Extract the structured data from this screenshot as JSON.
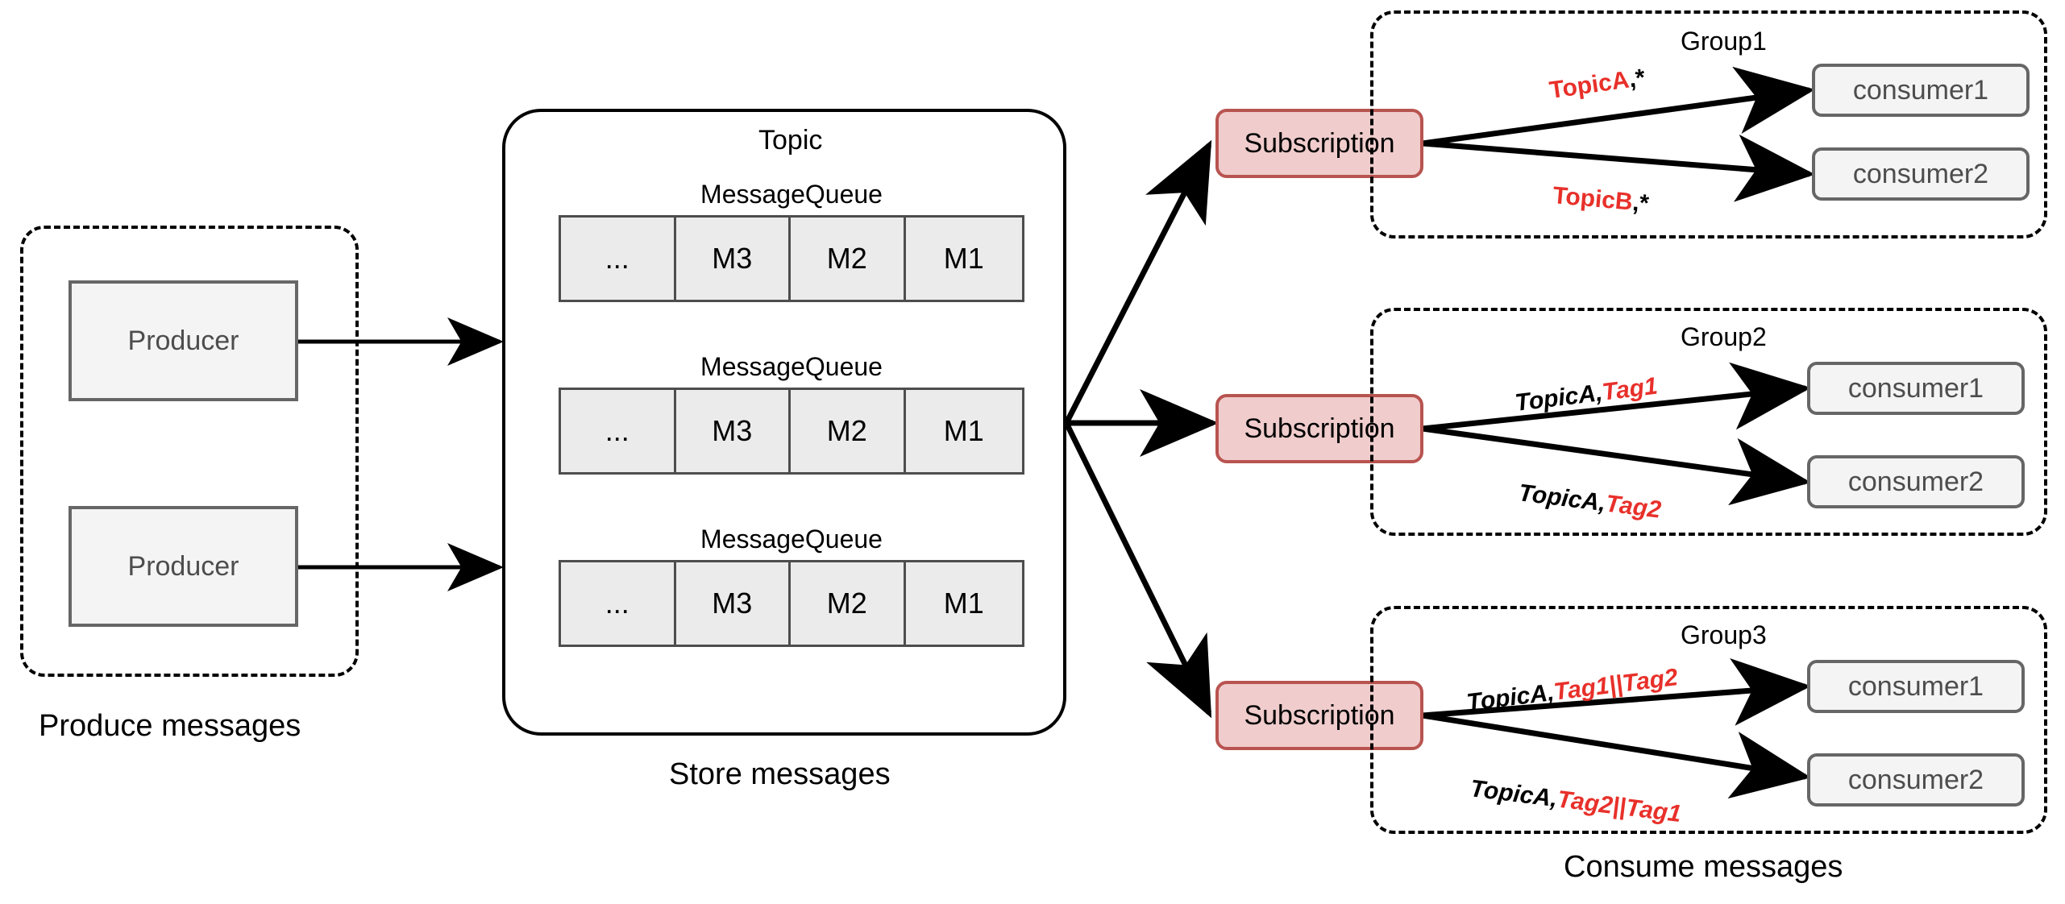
{
  "diagram": {
    "title": "RocketMQ message produce-store-consume flow",
    "colors": {
      "accent_red": "#e8302a",
      "subscription_fill": "#f0cccc",
      "subscription_border": "#b85450",
      "box_fill": "#f4f4f4",
      "box_border": "#666666",
      "cell_fill": "#ebebeb",
      "cell_border": "#4d4d4d",
      "line": "#000000"
    }
  },
  "produce": {
    "caption": "Produce messages",
    "producers": [
      {
        "label": "Producer"
      },
      {
        "label": "Producer"
      }
    ]
  },
  "store": {
    "caption": "Store messages",
    "topic_title": "Topic",
    "queues": [
      {
        "title": "MessageQueue",
        "cells": [
          "...",
          "M3",
          "M2",
          "M1"
        ]
      },
      {
        "title": "MessageQueue",
        "cells": [
          "...",
          "M3",
          "M2",
          "M1"
        ]
      },
      {
        "title": "MessageQueue",
        "cells": [
          "...",
          "M3",
          "M2",
          "M1"
        ]
      }
    ]
  },
  "consume": {
    "caption": "Consume messages",
    "subscription_label": "Subscription",
    "groups": [
      {
        "title": "Group1",
        "subscription": "Subscription",
        "edges": [
          {
            "prefix": "TopicA",
            "separator": ",",
            "suffix": "*",
            "prefix_color": "red",
            "suffix_color": "black",
            "target": "consumer1"
          },
          {
            "prefix": "TopicB",
            "separator": ",",
            "suffix": "*",
            "prefix_color": "red",
            "suffix_color": "black",
            "target": "consumer2"
          }
        ],
        "consumers": [
          {
            "label": "consumer1"
          },
          {
            "label": "consumer2"
          }
        ]
      },
      {
        "title": "Group2",
        "subscription": "Subscription",
        "edges": [
          {
            "prefix": "TopicA",
            "separator": ",",
            "suffix": "Tag1",
            "prefix_color": "black",
            "suffix_color": "red",
            "target": "consumer1"
          },
          {
            "prefix": "TopicA",
            "separator": ",",
            "suffix": "Tag2",
            "prefix_color": "black",
            "suffix_color": "red",
            "target": "consumer2"
          }
        ],
        "consumers": [
          {
            "label": "consumer1"
          },
          {
            "label": "consumer2"
          }
        ]
      },
      {
        "title": "Group3",
        "subscription": "Subscription",
        "edges": [
          {
            "prefix": "TopicA",
            "separator": ",",
            "suffix": "Tag1||Tag2",
            "prefix_color": "black",
            "suffix_color": "red",
            "target": "consumer1"
          },
          {
            "prefix": "TopicA",
            "separator": ",",
            "suffix": "Tag2||Tag1",
            "prefix_color": "black",
            "suffix_color": "red",
            "target": "consumer2"
          }
        ],
        "consumers": [
          {
            "label": "consumer1"
          },
          {
            "label": "consumer2"
          }
        ]
      }
    ]
  }
}
